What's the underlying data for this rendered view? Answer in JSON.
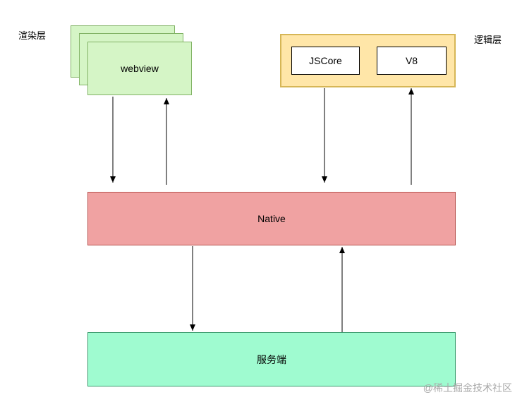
{
  "labels": {
    "render_layer": "渲染层",
    "logic_layer": "逻辑层"
  },
  "nodes": {
    "webview": "webview",
    "jscore": "JSCore",
    "v8": "V8",
    "native": "Native",
    "server": "服务端"
  },
  "watermark": "@稀土掘金技术社区",
  "colors": {
    "webview_fill": "#d5f5c6",
    "webview_border": "#82b366",
    "logic_fill": "#ffe6a8",
    "logic_border": "#d6b656",
    "native_fill": "#f0a2a2",
    "native_border": "#b85450",
    "server_fill": "#9ffbd0",
    "server_border": "#3a9c6e"
  }
}
